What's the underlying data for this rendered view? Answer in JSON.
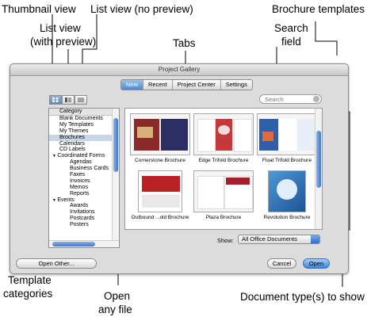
{
  "callouts": {
    "thumbnail_view": "Thumbnail view",
    "list_view_line1": "List view",
    "list_view_line2": "(with preview)",
    "list_view_no_preview": "List view (no preview)",
    "tabs": "Tabs",
    "brochure_templates": "Brochure templates",
    "search_field_line1": "Search",
    "search_field_line2": "field",
    "template_categories_line1": "Template",
    "template_categories_line2": "categories",
    "open_any_file_line1": "Open",
    "open_any_file_line2": "any file",
    "document_types": "Document type(s) to show"
  },
  "window": {
    "title": "Project Gallery",
    "tabs": [
      {
        "label": "New",
        "selected": true
      },
      {
        "label": "Recent",
        "selected": false
      },
      {
        "label": "Project Center",
        "selected": false
      },
      {
        "label": "Settings",
        "selected": false
      }
    ],
    "search_placeholder": "Search",
    "category_header": "Category",
    "categories": [
      {
        "label": "Blank Documents",
        "level": 0,
        "selected": false
      },
      {
        "label": "My Templates",
        "level": 0,
        "selected": false
      },
      {
        "label": "My Themes",
        "level": 0,
        "selected": false
      },
      {
        "label": "Brochures",
        "level": 0,
        "selected": true
      },
      {
        "label": "Calendars",
        "level": 0,
        "selected": false
      },
      {
        "label": "CD Labels",
        "level": 0,
        "selected": false
      },
      {
        "label": "Coordinated Forms",
        "level": 0,
        "selected": false,
        "expanded": true
      },
      {
        "label": "Agendas",
        "level": 1,
        "selected": false
      },
      {
        "label": "Business Cards",
        "level": 1,
        "selected": false
      },
      {
        "label": "Faxes",
        "level": 1,
        "selected": false
      },
      {
        "label": "Invoices",
        "level": 1,
        "selected": false
      },
      {
        "label": "Memos",
        "level": 1,
        "selected": false
      },
      {
        "label": "Reports",
        "level": 1,
        "selected": false
      },
      {
        "label": "Events",
        "level": 0,
        "selected": false,
        "expanded": true
      },
      {
        "label": "Awards",
        "level": 1,
        "selected": false
      },
      {
        "label": "Invitations",
        "level": 1,
        "selected": false
      },
      {
        "label": "Postcards",
        "level": 1,
        "selected": false
      },
      {
        "label": "Posters",
        "level": 1,
        "selected": false
      }
    ],
    "templates": [
      {
        "name": "Cornerstone Brochure"
      },
      {
        "name": "Edge Trifold Brochure"
      },
      {
        "name": "Float Trifold Brochure"
      },
      {
        "name": "Outbound ...old Brochure"
      },
      {
        "name": "Plaza Brochure"
      },
      {
        "name": "Revolution Brochure"
      }
    ],
    "show_label": "Show:",
    "show_value": "All Office Documents",
    "open_other_label": "Open Other...",
    "cancel_label": "Cancel",
    "open_label": "Open"
  },
  "colors": {
    "accent": "#3b83d9",
    "selection": "#c8d6ea"
  }
}
